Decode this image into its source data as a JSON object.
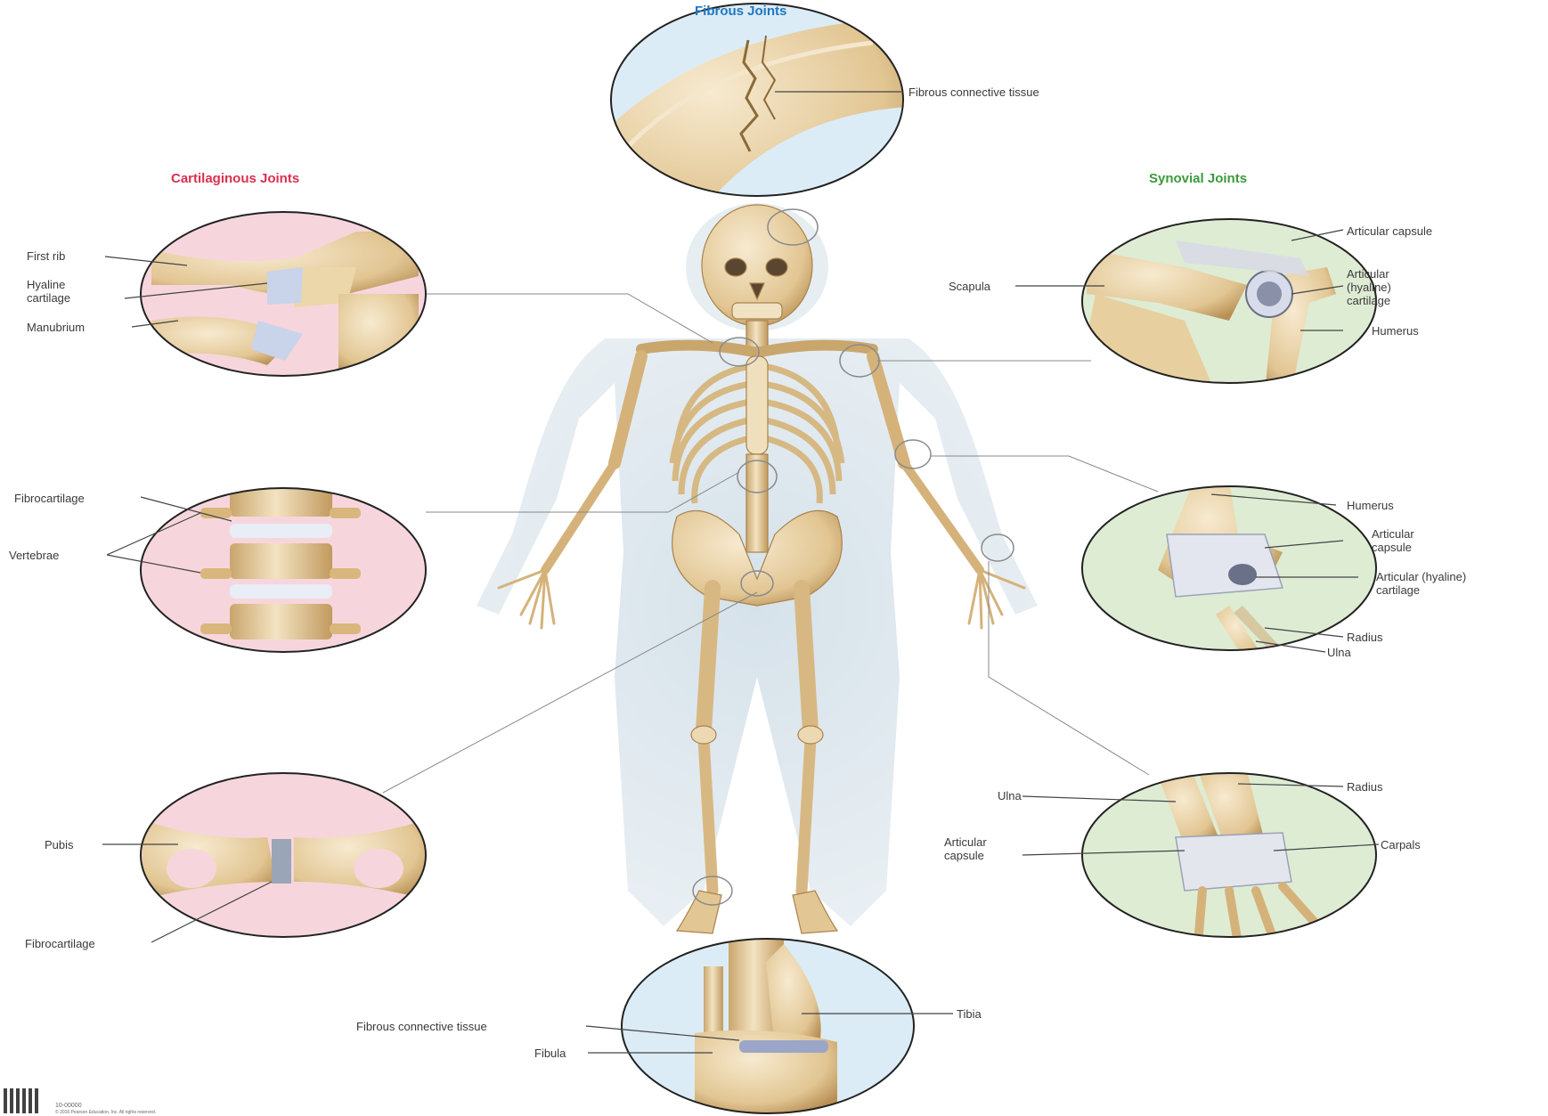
{
  "colors": {
    "fibrous": "#1f78c1",
    "cartilaginous": "#d9304f",
    "synovial": "#3c9a3c",
    "bone": "#e8d2a6",
    "bone_shadow": "#b88f55",
    "cartilage": "#c9d3ea",
    "leader": "#444444",
    "bg_fibrous": "#dcecf6",
    "bg_cartilaginous": "#f6d6dc",
    "bg_synovial": "#deecd4"
  },
  "sections": {
    "fibrous": "Fibrous Joints",
    "cartilaginous": "Cartilaginous Joints",
    "synovial": "Synovial Joints"
  },
  "labels": {
    "skull_fibrous_tissue": "Fibrous connective tissue",
    "first_rib": "First rib",
    "hyaline_cartilage": "Hyaline\ncartilage",
    "manubrium": "Manubrium",
    "fibrocartilage_spine": "Fibrocartilage",
    "vertebrae": "Vertebrae",
    "pubis": "Pubis",
    "fibrocartilage_pubic": "Fibrocartilage",
    "articular_capsule_shoulder": "Articular capsule",
    "scapula": "Scapula",
    "articular_hyaline_shoulder": "Articular\n(hyaline)\ncartilage",
    "humerus_shoulder": "Humerus",
    "humerus_elbow": "Humerus",
    "articular_capsule_elbow": "Articular\ncapsule",
    "articular_hyaline_elbow": "Articular (hyaline)\ncartilage",
    "radius_elbow": "Radius",
    "ulna_elbow": "Ulna",
    "ulna_wrist": "Ulna",
    "radius_wrist": "Radius",
    "articular_capsule_wrist": "Articular\ncapsule",
    "carpals": "Carpals",
    "ankle_fibrous_tissue": "Fibrous connective tissue",
    "fibula": "Fibula",
    "tibia": "Tibia"
  },
  "footer": {
    "code": "10-00000",
    "copyright": "© 2016 Pearson Education, Inc. All rights reserved."
  }
}
